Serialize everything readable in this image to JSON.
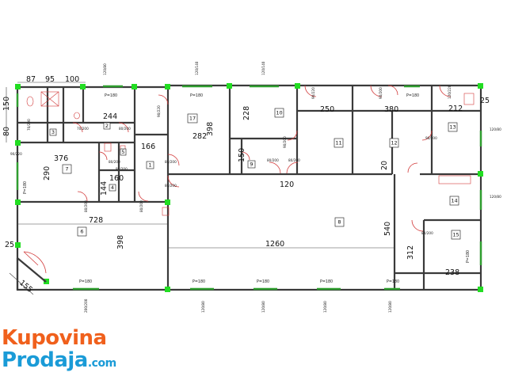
{
  "rooms": [
    "1",
    "2",
    "3",
    "4",
    "5",
    "6",
    "7",
    "8",
    "9",
    "10",
    "11",
    "12",
    "13",
    "14",
    "15",
    "17"
  ],
  "top_dims": [
    "87",
    "95",
    "100",
    "244",
    "166",
    "282",
    "398",
    "228",
    "150",
    "120",
    "250",
    "380",
    "212",
    "25",
    "376",
    "290",
    "160",
    "144",
    "728",
    "398",
    "1260",
    "540",
    "312",
    "238",
    "20",
    "25",
    "155"
  ],
  "side_dims": [
    "150",
    "80"
  ],
  "window_labels": [
    "P=180",
    "P=180",
    "P=180",
    "P=180",
    "P=180",
    "P=180",
    "P=180",
    "P=180",
    "P=180",
    "P=180"
  ],
  "window_sizes": [
    "120/80",
    "120/140",
    "120/140",
    "120/80",
    "120/80",
    "120/80",
    "120/80",
    "120/80",
    "200/200",
    "120/80"
  ],
  "door_labels": [
    "70/200",
    "70/200",
    "80/200",
    "90/220",
    "90/220",
    "80/200",
    "80/200",
    "80/200",
    "80/200",
    "80/200",
    "80/200",
    "80/200",
    "80/200",
    "90/200",
    "90/220",
    "90/200",
    "120/220",
    "90/200",
    "80/200"
  ],
  "logo": {
    "line1": "Kupovina",
    "line2": "Prodaja",
    "suffix": ".com"
  }
}
